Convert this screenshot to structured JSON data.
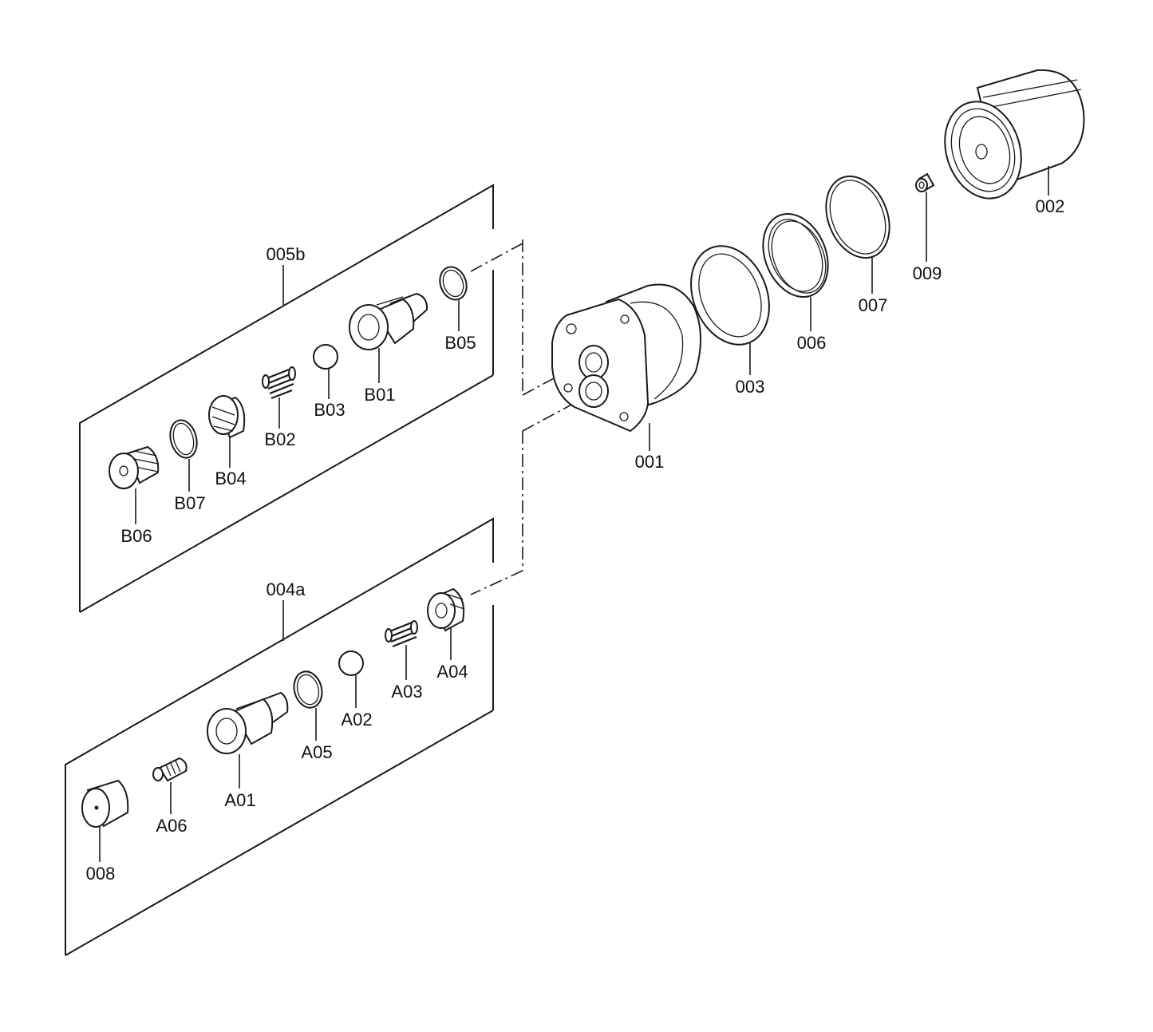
{
  "labels": {
    "p001": "001",
    "p002": "002",
    "p003": "003",
    "p006": "006",
    "p007": "007",
    "p008": "008",
    "p009": "009",
    "g005b": "005b",
    "g004a": "004a",
    "B01": "B01",
    "B02": "B02",
    "B03": "B03",
    "B04": "B04",
    "B05": "B05",
    "B06": "B06",
    "B07": "B07",
    "A01": "A01",
    "A02": "A02",
    "A03": "A03",
    "A04": "A04",
    "A05": "A05",
    "A06": "A06"
  }
}
